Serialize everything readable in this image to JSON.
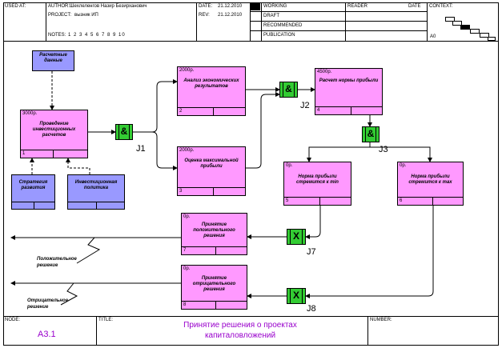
{
  "header": {
    "used_at": "USED AT:",
    "author_label": "AUTHOR:",
    "author": "Шехлеленгов Назир Безирханович",
    "project_label": "PROJECT:",
    "project": "вызник ИП",
    "notes_label": "NOTES:",
    "notes": "1 2 3 4 5 6 7 8 9 10",
    "date_label": "DATE:",
    "date": "21.12.2010",
    "rev_label": "REV:",
    "rev": "21.12.2010",
    "working": "WORKING",
    "draft": "DRAFT",
    "recommended": "RECOMMENDED",
    "publication": "PUBLICATION",
    "reader": "READER",
    "reader_date": "DATE",
    "context": "CONTEXT:",
    "context_node": "A0"
  },
  "footer": {
    "node_label": "NODE:",
    "node": "A3.1",
    "title_label": "TITLE:",
    "title_line1": "Принятие решения о проектах",
    "title_line2": "капиталовложений",
    "number_label": "NUMBER:"
  },
  "colors": {
    "activity": "#ff99ff",
    "external": "#9999ff",
    "junction": "#33cc33",
    "title": "#9900cc"
  },
  "boxes": [
    {
      "cost": "3000р.",
      "label": "Проведение инвестиционных расчетов",
      "num": "1"
    },
    {
      "cost": "2000р.",
      "label": "Анализ экономических результатов",
      "num": "2"
    },
    {
      "cost": "2000р.",
      "label": "Оценка максимальной прибыли",
      "num": "3"
    },
    {
      "cost": "4500р.",
      "label": "Расчет нормы прибыли",
      "num": "4"
    },
    {
      "cost": "0р.",
      "label": "Норма прибыли стремится к min",
      "num": "5"
    },
    {
      "cost": "0р.",
      "label": "Норма прибыли стремится к max",
      "num": "6"
    },
    {
      "cost": "0р.",
      "label": "Принятие положительного решения",
      "num": "7"
    },
    {
      "cost": "0р.",
      "label": "Принятие отрицательного решения",
      "num": "8"
    }
  ],
  "externals": [
    {
      "label": "Расчетные данные"
    },
    {
      "label": "Стратегия развития"
    },
    {
      "label": "Инвестиционная политика"
    }
  ],
  "junctions": [
    {
      "symbol": "&",
      "label": "J1"
    },
    {
      "symbol": "&",
      "label": "J2"
    },
    {
      "symbol": "&",
      "label": "J3"
    },
    {
      "symbol": "X",
      "label": "J7"
    },
    {
      "symbol": "X",
      "label": "J8"
    }
  ],
  "outputs": [
    {
      "label": "Положительное решение"
    },
    {
      "label": "Отрицательное решение"
    }
  ]
}
